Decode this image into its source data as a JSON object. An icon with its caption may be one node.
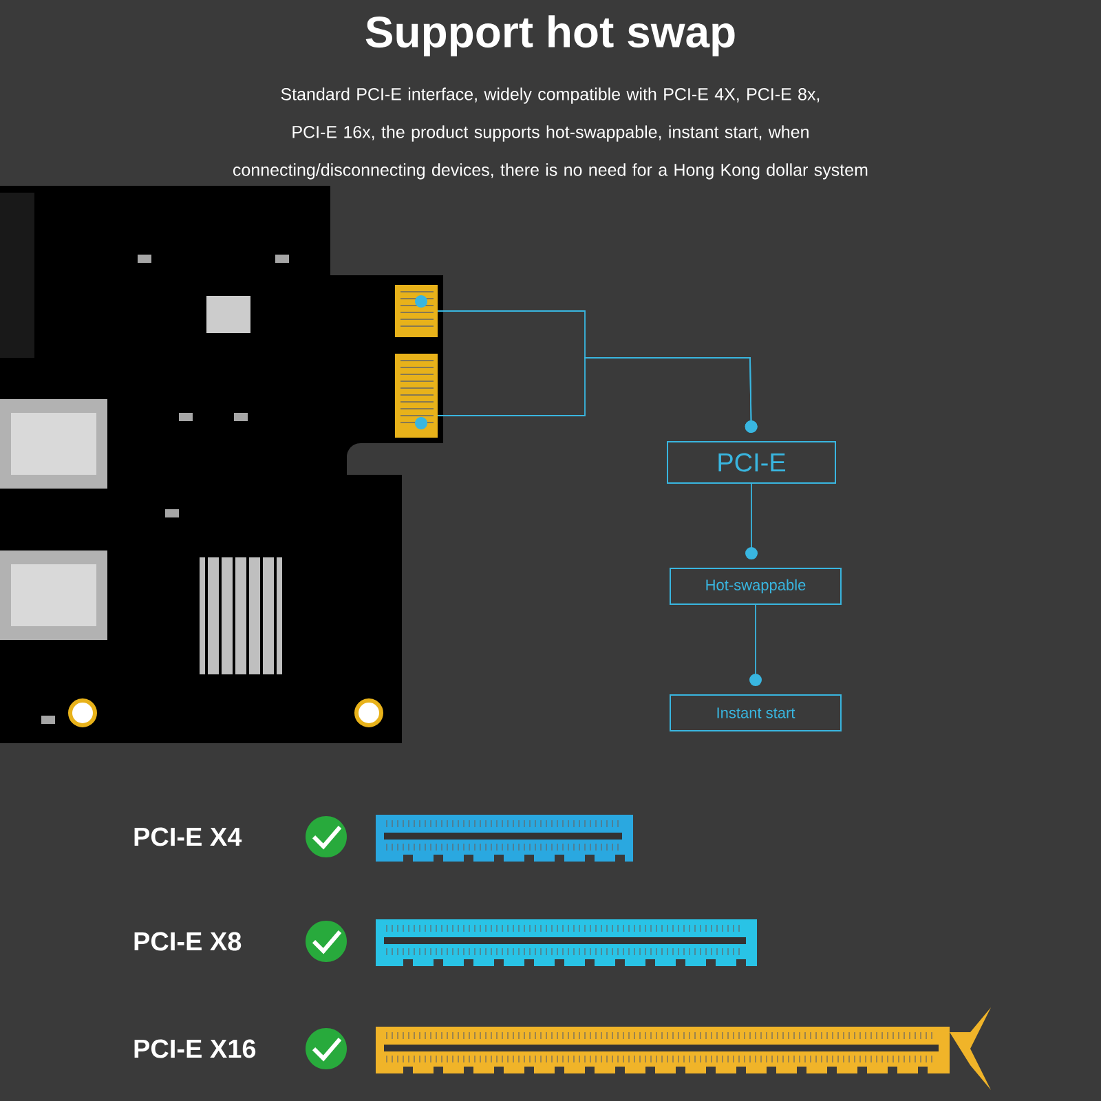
{
  "diagram": {
    "title": "Support hot swap",
    "caption": "Standard PCI-E interface, widely compatible with PCI-E 4X, PCI-E 8x, PCI-E 16x, the product supports hot-swappable, instant start, when connecting/disconnecting devices, there is no need for a Hong Kong dollar system",
    "nodes": [
      {
        "text": [],
        "shape": "picture"
      },
      {
        "text": [],
        "shape": "picture"
      },
      {
        "text": [
          "PCI-E"
        ]
      },
      {
        "text": [
          "Hot-swappable"
        ]
      },
      {
        "text": [
          "Instant start"
        ]
      }
    ],
    "edges": [
      {
        "from": 0,
        "to": 2,
        "arrow": "other"
      },
      {
        "from": 1,
        "to": 2,
        "arrow": "other"
      },
      {
        "from": 2,
        "to": 3,
        "arrow": "other"
      },
      {
        "from": 3,
        "to": 4,
        "arrow": "other"
      }
    ],
    "labels": [
      "PCI-E X4",
      "PCI-E X8",
      "PCI-E X16"
    ]
  }
}
